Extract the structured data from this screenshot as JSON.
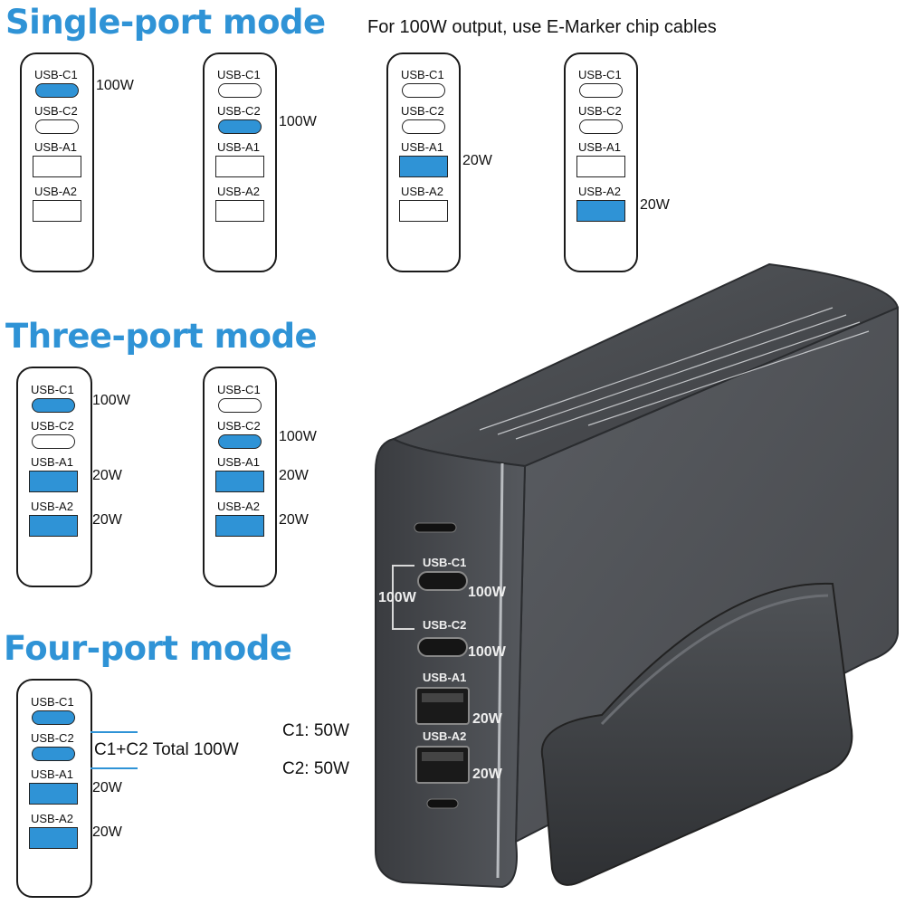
{
  "headings": {
    "single": "Single-port mode",
    "three": "Three-port mode",
    "four": "Four-port mode"
  },
  "note": "For 100W output, use E-Marker chip cables",
  "ports": [
    "USB-C1",
    "USB-C2",
    "USB-A1",
    "USB-A2"
  ],
  "single_cards": [
    {
      "active": 0,
      "watt": "100W"
    },
    {
      "active": 1,
      "watt": "100W"
    },
    {
      "active": 2,
      "watt": "20W"
    },
    {
      "active": 3,
      "watt": "20W"
    }
  ],
  "three_cards": [
    {
      "active": [
        0,
        2,
        3
      ],
      "watts": [
        "100W",
        "",
        "20W",
        "20W"
      ]
    },
    {
      "active": [
        1,
        2,
        3
      ],
      "watts": [
        "",
        "100W",
        "20W",
        "20W"
      ]
    }
  ],
  "four_card": {
    "active": [
      0,
      1,
      2,
      3
    ],
    "watts": [
      "",
      "",
      "20W",
      "20W"
    ],
    "total": "C1+C2 Total 100W",
    "c1": "C1: 50W",
    "c2": "C2: 50W"
  },
  "device": {
    "c1_label": "USB-C1",
    "c2_label": "USB-C2",
    "a1_label": "USB-A1",
    "a2_label": "USB-A2",
    "c1_watt": "100W",
    "c2_watt": "100W",
    "a1_watt": "20W",
    "a2_watt": "20W",
    "combined_watt": "100W"
  },
  "colors": {
    "accent": "#2f93d6",
    "device_body": "#4f5155",
    "device_dark": "#2e3033"
  }
}
